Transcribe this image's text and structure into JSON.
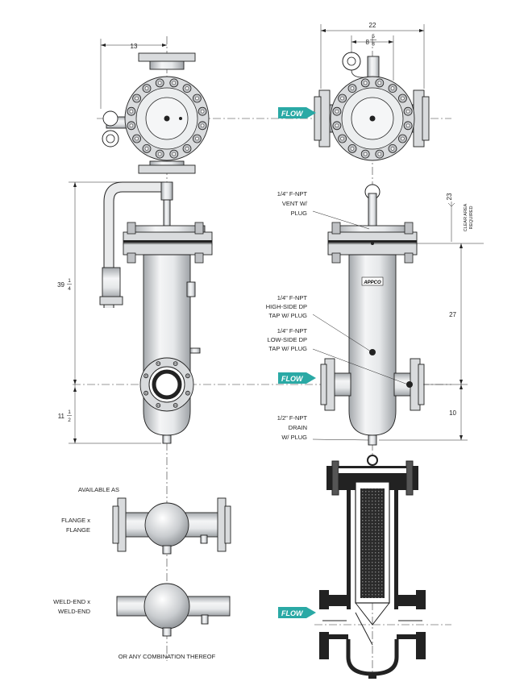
{
  "colors": {
    "flow_arrow": "#2aa9a5",
    "line": "#222222",
    "metal_light": "#f2f3f4",
    "metal_dark": "#9ea2a6"
  },
  "dimensions": {
    "top_offset": "13",
    "overall_width": "22",
    "inlet_outlet_a": "8",
    "inlet_outlet_b": "5",
    "inlet_outlet_c": "8",
    "height_whole": "39",
    "height_num": "1",
    "height_den": "4",
    "clear_area": "23",
    "clear_area_label_1": "CLEAR AREA",
    "clear_area_label_2": "REQUIRED",
    "nozzle_height": "27",
    "bottom_whole": "11",
    "bottom_num": "1",
    "bottom_den": "2",
    "drain_height": "10"
  },
  "callouts": {
    "vent": [
      "1/4\" F-NPT",
      "VENT W/",
      "PLUG"
    ],
    "high_side": [
      "1/4\" F-NPT",
      "HIGH-SIDE DP",
      "TAP W/ PLUG"
    ],
    "low_side": [
      "1/4\" F-NPT",
      "LOW-SIDE DP",
      "TAP W/ PLUG"
    ],
    "drain": [
      "1/2\" F-NPT",
      "DRAIN",
      "W/ PLUG"
    ]
  },
  "flow_label": "FLOW",
  "options": {
    "available_as": "AVAILABLE AS",
    "flange": [
      "FLANGE x",
      "FLANGE"
    ],
    "weld": [
      "WELD-END x",
      "WELD-END"
    ],
    "footer": "OR ANY COMBINATION THEREOF"
  },
  "brand_plate": "APPCO"
}
